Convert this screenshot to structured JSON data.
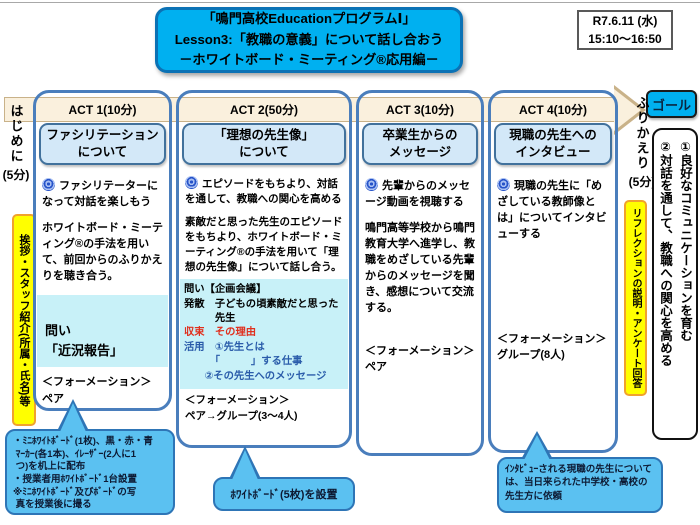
{
  "title": {
    "text": "「鳴門高校EducationプログラムⅠ」\nLesson3:「教職の意義」について話し合おう\n－ホワイトボード・ミーティング®応用編－"
  },
  "date": {
    "text": "R7.6.11 (水)\n15:10～16:50"
  },
  "timeline": {
    "goal_label": "ゴール"
  },
  "intro": {
    "label": "はじめに",
    "duration": "(5分)",
    "note": "挨拶・スタッフ紹介(所属・氏名)等"
  },
  "review": {
    "label": "ふりかえり",
    "duration": "(5分)",
    "goals": "①良好なコミュニケーションを育む\n②対話を通して、教職への関心を高める",
    "note": "リフレクションの説明・アンケート回答"
  },
  "columns": [
    {
      "act": "ACT 1(10分)",
      "header": "ファシリテーション\nについて",
      "objective": "ファシリテーターになって対話を楽しもう",
      "body": "ホワイトボード・ミーティング®の手法を用いて、前回からのふりかえりを聴き合う。",
      "highlight": "問い\n「近況報告」",
      "formation": "＜フォーメーション＞\nペア"
    },
    {
      "act": "ACT 2(50分)",
      "header": "「理想の先生像」\nについて",
      "objective": "エピソードをもちより、対話を通して、教職への関心を高める",
      "body": "素敵だと思った先生のエピソードをもちより、ホワイトボード・ミーティング®の手法を用いて「理想の先生像」について話し合う。",
      "plan": {
        "line1": "問い【企画会議】",
        "line2": "発散　子どもの頃素敵だと思った\n　　　先生",
        "line3": "収束　その理由",
        "line4": "活用　①先生とは\n　　　「　　　」する仕事\n　　②その先生へのメッセージ"
      },
      "formation": "＜フォーメーション＞\nペア→グループ(3～4人)"
    },
    {
      "act": "ACT 3(10分)",
      "header": "卒業生からの\nメッセージ",
      "objective": "先輩からのメッセージ動画を視聴する",
      "body": "鳴門高等学校から鳴門教育大学へ進学し、教職をめざしている先輩からのメッセージを聞き、感想について交流する。",
      "formation": "＜フォーメーション＞\nペア"
    },
    {
      "act": "ACT 4(10分)",
      "header": "現職の先生への\nインタビュー",
      "objective": "現職の先生に「めざしている教師像とは」についてインタビューする",
      "formation": "＜フォーメーション＞\nグループ(8人)"
    }
  ],
  "callouts": {
    "materials": "・ﾐﾆﾎﾜｲﾄﾎﾞｰﾄﾞ(1枚)、黒・赤・青\n ﾏｰｶｰ(各1本)、ｲﾚｰｻﾞｰ(2人に1\n つ)を机上に配布\n・授業者用ﾎﾜｲﾄﾎﾞｰﾄﾞ1台設置\n※ﾐﾆﾎﾜｲﾄﾎﾞｰﾄﾞ及びﾎﾞｰﾄﾞの写\n 真を授業後に撮る",
    "whiteboards": "ﾎﾜｲﾄﾎﾞｰﾄﾞ(5枚)を設置",
    "interview": "ｲﾝﾀﾋﾞｭｰされる現職の先生については、当日来られた中学校・高校の先生方に依頼"
  },
  "icons": {
    "objective_marker": "spiral-icon"
  },
  "colors": {
    "title_fill": "#00b0f0",
    "title_border": "#0b72b5",
    "goal_fill": "#00b0f0",
    "arrow_fill": "#faf0dd",
    "arrow_border": "#c9b289",
    "column_border": "#4a7ebc",
    "header_fill": "#d3e8f8",
    "header_border": "#41719c",
    "highlight_cyan": "#c8f1f8",
    "note_yellow": "#ffff00",
    "note_yellow_border": "#f0a22e",
    "callout_fill": "#5bc1f1",
    "callout_border": "#2e75b6",
    "converge_red": "#e0301e",
    "apply_blue": "#2a5caa"
  }
}
